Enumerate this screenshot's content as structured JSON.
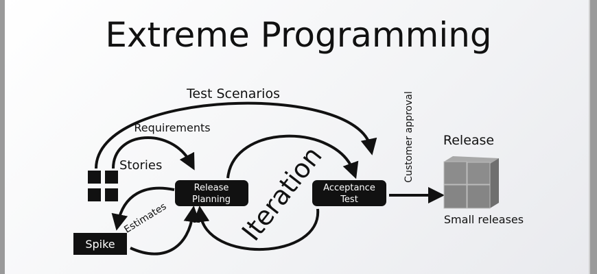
{
  "title": "Extreme Programming",
  "labels": {
    "test_scenarios": "Test Scenarios",
    "requirements": "Requirements",
    "stories": "Stories",
    "estimates": "Estimates",
    "iteration": "Iteration",
    "customer_approval": "Customer approval",
    "release": "Release",
    "small_releases": "Small releases"
  },
  "nodes": {
    "release_planning": [
      "Release",
      "Planning"
    ],
    "acceptance_test": [
      "Acceptance",
      "Test"
    ],
    "spike": "Spike"
  },
  "colors": {
    "ink": "#111111",
    "cube": "#8a8a8a"
  }
}
